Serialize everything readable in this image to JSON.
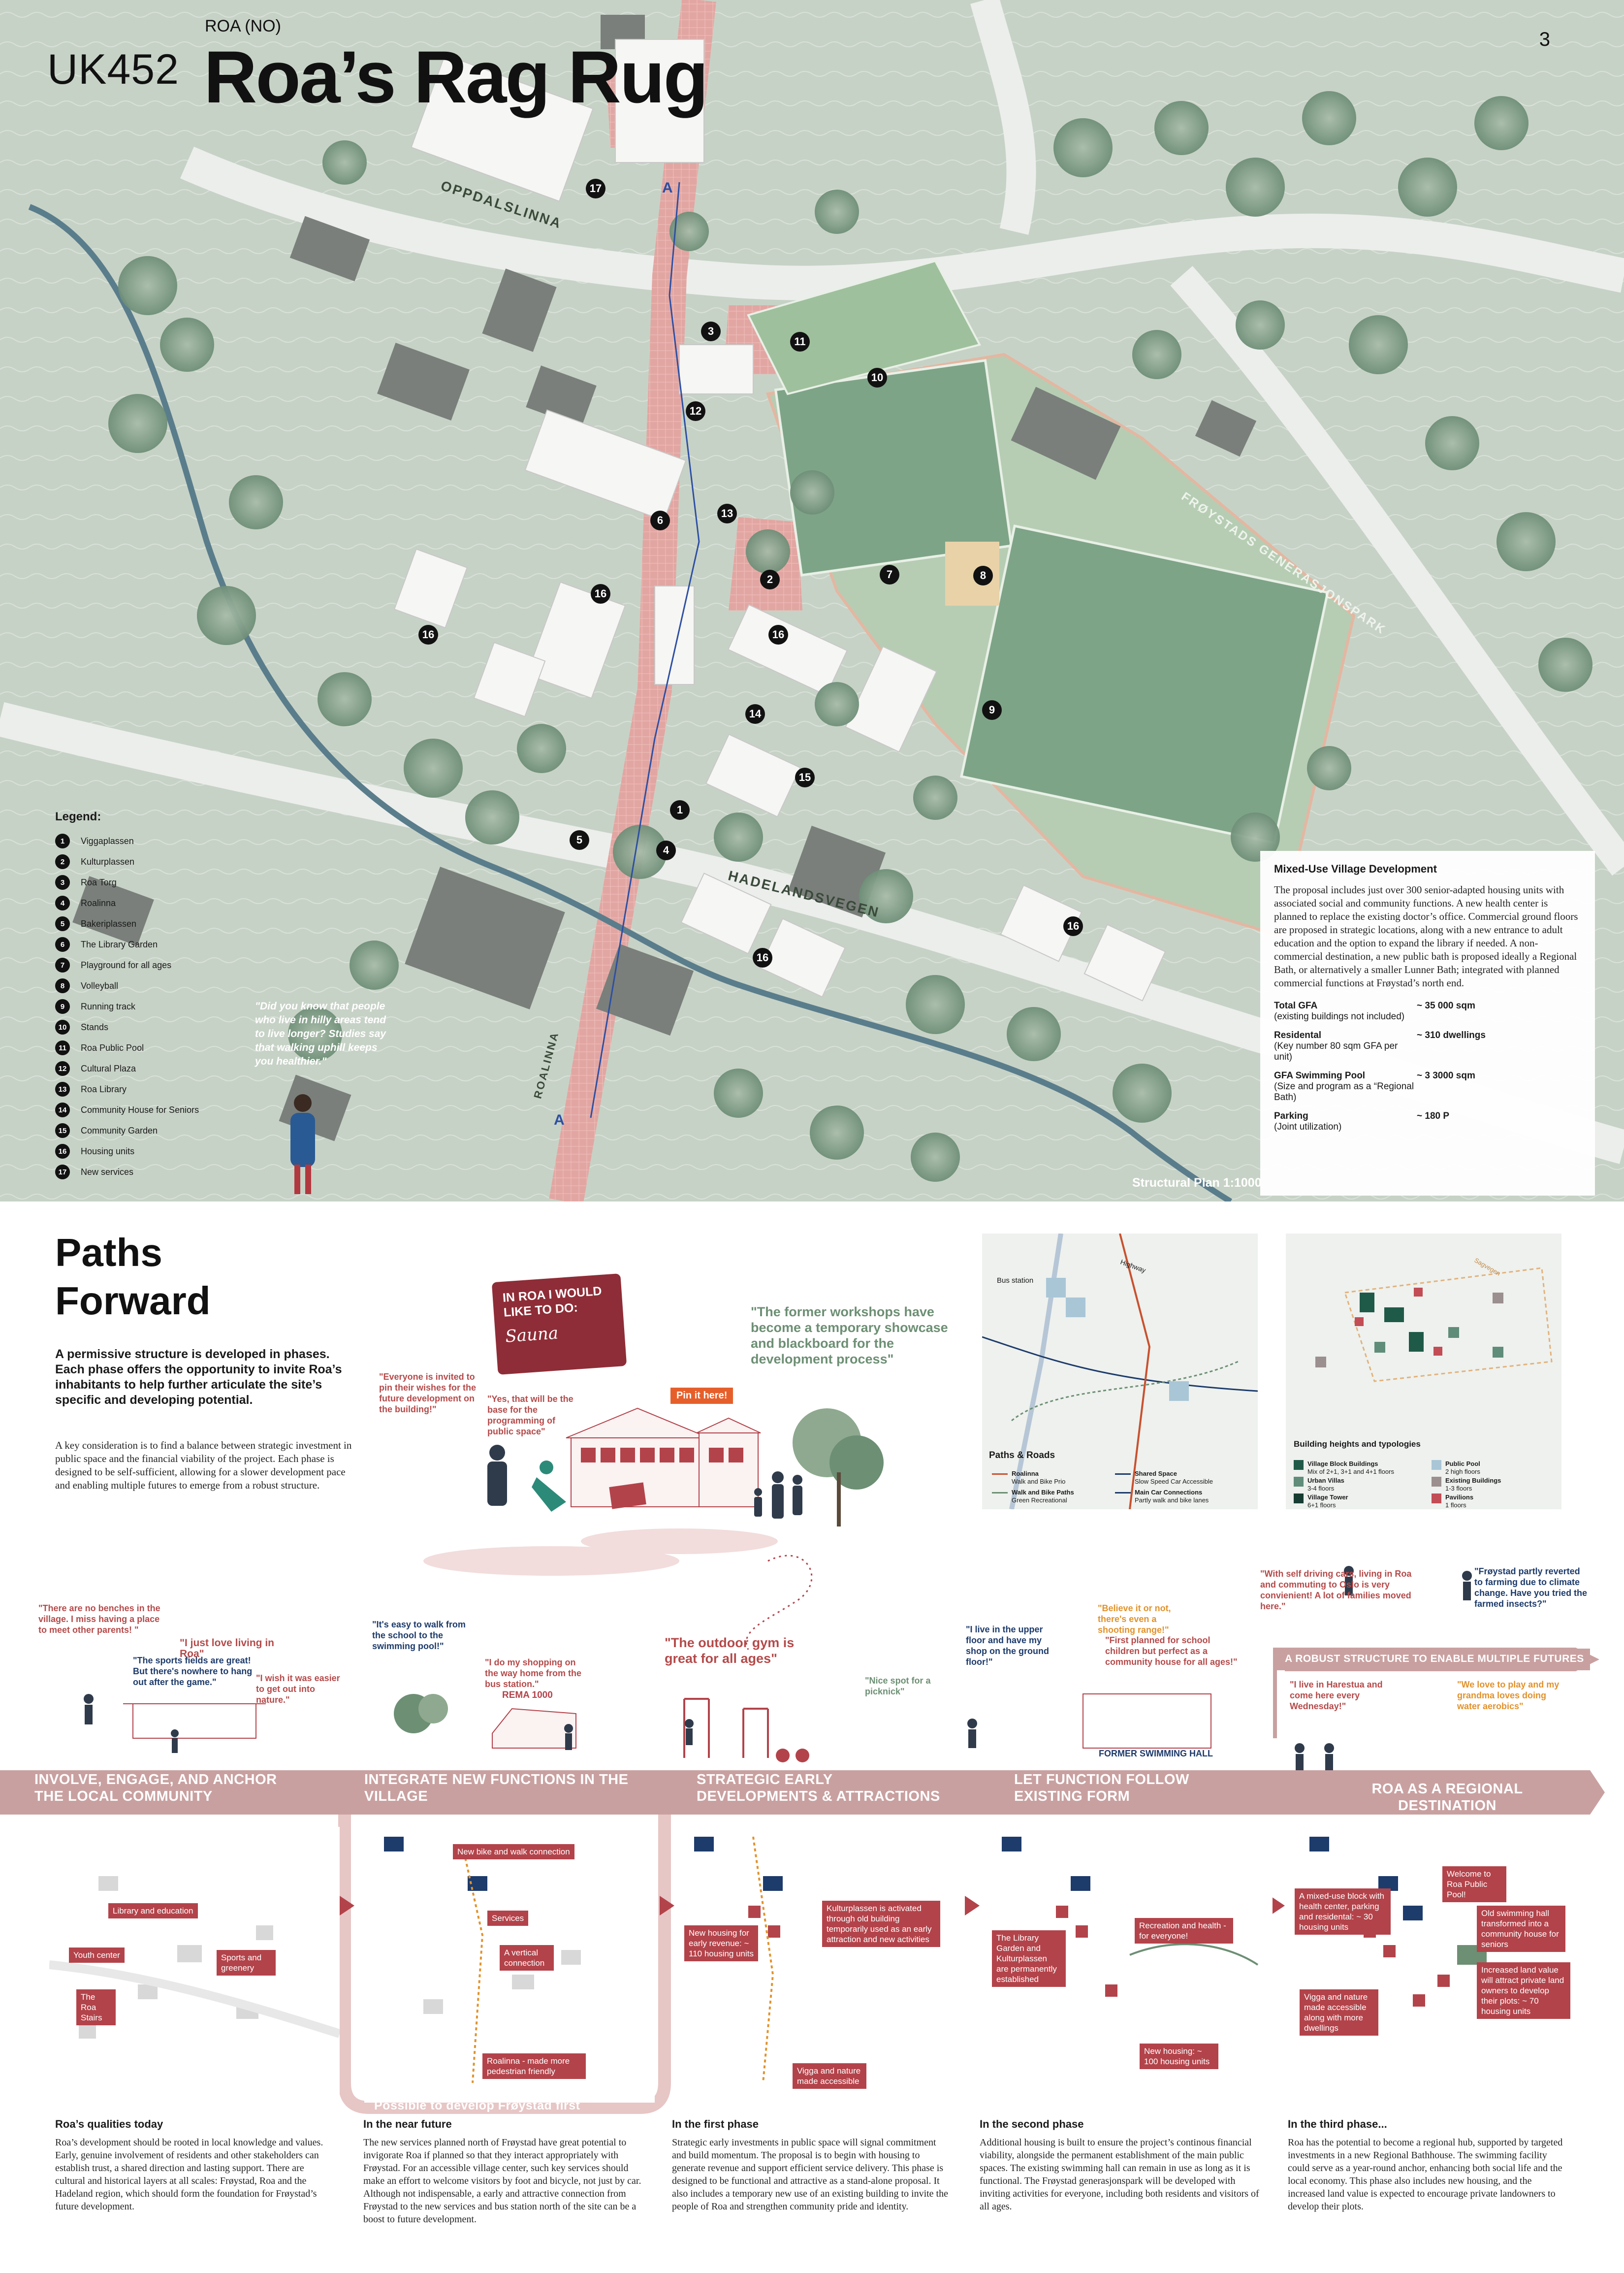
{
  "header": {
    "code": "UK452",
    "country": "ROA (NO)",
    "title": "Roa’s Rag Rug",
    "page": "3"
  },
  "streets": {
    "oppdalslinna": "OPPDALSLINNA",
    "hadelandsvegen": "HADELANDSVEGEN",
    "roalinna": "ROALINNA",
    "generasjonspark": "FRØYSTADS GENERASJONSPARK"
  },
  "section_marker": "A",
  "legend": {
    "title": "Legend:",
    "items": [
      {
        "n": "1",
        "label": "Viggaplassen"
      },
      {
        "n": "2",
        "label": "Kulturplassen"
      },
      {
        "n": "3",
        "label": "Roa Torg"
      },
      {
        "n": "4",
        "label": "Roalinna"
      },
      {
        "n": "5",
        "label": "Bakeriplassen"
      },
      {
        "n": "6",
        "label": "The Library Garden"
      },
      {
        "n": "7",
        "label": "Playground for all ages"
      },
      {
        "n": "8",
        "label": "Volleyball"
      },
      {
        "n": "9",
        "label": "Running track"
      },
      {
        "n": "10",
        "label": "Stands"
      },
      {
        "n": "11",
        "label": "Roa Public Pool"
      },
      {
        "n": "12",
        "label": "Cultural Plaza"
      },
      {
        "n": "13",
        "label": "Roa Library"
      },
      {
        "n": "14",
        "label": "Community House for Seniors"
      },
      {
        "n": "15",
        "label": "Community Garden"
      },
      {
        "n": "16",
        "label": "Housing units"
      },
      {
        "n": "17",
        "label": "New services"
      }
    ]
  },
  "map_quote": "\"Did you know that people who live in hilly areas tend to live longer? Studies say that walking uphill keeps you healthier.\"",
  "mixed_use": {
    "title": "Mixed-Use Village Development",
    "body": "The proposal includes just over 300 senior-adapted housing units with associated social and community functions. A new health center is planned to replace the existing doctor’s office. Commercial ground floors are proposed in strategic locations, along with a new entrance to adult education and the option to expand the library if needed. A non-commercial destination, a new public bath is proposed ideally a Regional Bath, or alternatively a smaller Lunner Bath; integrated with planned commercial functions at Frøystad’s north end.",
    "stats": [
      {
        "key": "Total GFA",
        "sub": "(existing buildings not included)",
        "value": "~ 35 000 sqm"
      },
      {
        "key": "Residental",
        "sub": "(Key number 80 sqm GFA per unit)",
        "value": "~ 310 dwellings"
      },
      {
        "key": "GFA Swimming Pool",
        "sub": "(Size and program as a “Regional Bath)",
        "value": "~ 3 3000 sqm"
      },
      {
        "key": "Parking",
        "sub": "(Joint utilization)",
        "value": "~ 180 P"
      }
    ]
  },
  "plan_label": "Structural Plan 1:1000",
  "paths": {
    "title_1": "Paths",
    "title_2": "Forward",
    "lead": "A permissive structure is developed in phases. Each phase offers the opportunity to invite Roa’s inhabitants to help further articulate the site’s specific and developing potential.",
    "body": "A key consideration is to find a balance between strategic investment in public space and the financial viability of the project. Each phase is designed to be self-sufficient, allowing for a slower development pace and enabling multiple futures to emerge from a robust structure."
  },
  "wish_card": {
    "title": "IN ROA I WOULD LIKE TO DO:",
    "script": "Sauna"
  },
  "pin_tag": "Pin it here!",
  "quotes": {
    "invited": "\"Everyone is invited to pin their wishes for the future development on the building!\"",
    "yes_base": "\"Yes, that will be the base for the programming of public space\"",
    "workshops": "\"The former workshops have become a temporary showcase and blackboard for the development process\"",
    "no_benches": "\"There are no benches in the village. I miss having a place to meet other parents! \"",
    "love_living": "\"I just love living in Roa\"",
    "sports_fields": "\"The sports fields are great! But there's nowhere to hang out after the game.\"",
    "easier_nature": "\"I wish it was easier to get out into nature.\"",
    "easy_walk": "\"It's easy to walk from the school to the swimming pool!\"",
    "shopping": "\"I do my shopping on the way home from the bus station.\"",
    "outdoor_gym": "\"The outdoor gym is great for all ages\"",
    "picknick": "\"Nice spot for a picknick\"",
    "upper_floor": "\"I live in the upper floor and have my shop on the ground floor!\"",
    "shooting_range": "\"Believe it or not, there's even a shooting range!\"",
    "first_planned": "\"First planned for school children but perfect as a community house for all ages!\"",
    "self_driving": "\"With self driving cars, living in Roa and commuting to Oslo is very convienient! A lot of families moved here.\"",
    "farming": "\"Frøystad partly reverted to farming due to climate change. Have you tried the farmed insects?\"",
    "harestua": "\"I live in Harestua and come here every Wednesday!\"",
    "grandma": "\"We love to play and my grandma loves doing water aerobics\""
  },
  "scene_labels": {
    "rema": "REMA 1000",
    "swimming_hall": "FORMER SWIMMING HALL",
    "robust": "A ROBUST STRUCTURE TO ENABLE MULTIPLE FUTURES"
  },
  "inset_paths": {
    "title": "Paths & Roads",
    "bus": "Bus station",
    "highway": "Highway",
    "keys": [
      {
        "name": "Roalinna",
        "desc": "Walk and Bike Prio"
      },
      {
        "name": "Shared Space",
        "desc": "Slow Speed Car Accessible"
      },
      {
        "name": "Walk and Bike Paths",
        "desc": "Green Recreational"
      },
      {
        "name": "Main Car Connections",
        "desc": "Partly walk and bike lanes"
      }
    ]
  },
  "inset_heights": {
    "title": "Building heights and typologies",
    "road": "Sagvegen",
    "keys": [
      {
        "name": "Village Block Buildings",
        "desc": "Mix of 2+1, 3+1 and 4+1 floors",
        "color": "#1f5a48"
      },
      {
        "name": "Public Pool",
        "desc": "2 high floors",
        "color": "#a9c6d6"
      },
      {
        "name": "Urban Villas",
        "desc": "3-4 floors",
        "color": "#5f8d7a"
      },
      {
        "name": "Existing Buildings",
        "desc": "1-3 floors",
        "color": "#9b8f8f"
      },
      {
        "name": "Village Tower",
        "desc": "6+1 floors",
        "color": "#173d33"
      },
      {
        "name": "Pavilions",
        "desc": "1 floors",
        "color": "#c24d55"
      }
    ]
  },
  "phases": [
    {
      "label": "INVOLVE, ENGAGE, AND ANCHOR THE LOCAL COMMUNITY",
      "head": "Roa’s qualities today",
      "text": "Roa’s development should be rooted in local knowledge and values. Early, genuine involvement of residents and other stakeholders can establish trust, a shared direction and lasting support. There are cultural and historical layers at all scales: Frøystad, Roa and the Hadeland region, which should form the foundation for Frøystad’s future development.",
      "callouts": [
        "Library and education",
        "Youth center",
        "Sports and greenery",
        "The Roa Stairs"
      ]
    },
    {
      "label": "INTEGRATE NEW FUNCTIONS IN THE VILLAGE",
      "head": "In the near future",
      "text": "The new services planned north of Frøystad have great potential to invigorate Roa if planned so that they interact appropriately with Frøystad. For an accessible village center, such key services should make an effort to welcome visitors by foot and bicycle, not just by car. Although not indispensable, a early and attractive connection from Frøystad to the new services and bus station north of the site can be a boost to future development.",
      "callouts": [
        "New bike and walk connection",
        "Services",
        "A vertical connection",
        "Roalinna - made more pedestrian friendly"
      ]
    },
    {
      "label": "STRATEGIC EARLY DEVELOPMENTS & ATTRACTIONS",
      "head": "In the first phase",
      "text": "Strategic early investments in public space will signal commitment and build momentum. The proposal is to begin with housing to generate revenue and support efficient service delivery. This phase is designed to be functional and attractive as a stand-alone proposal. It also includes a temporary new use of an existing building to invite the people of Roa and strengthen community pride and identity.",
      "callouts": [
        "Kulturplassen is activated through old building temporarily used as an early attraction and new activities",
        "New housing for early revenue: ~ 110 housing units",
        "Vigga and nature made accessible"
      ]
    },
    {
      "label": "LET FUNCTION FOLLOW EXISTING FORM",
      "head": "In the second phase",
      "text": "Additional housing is built to ensure the project’s continous financial viability, alongside the permanent establishment of the main public spaces. The existing swimming hall can remain in use as long as it is functional. The Frøystad generasjonspark will be developed with inviting activities for everyone, including both residents and visitors of all ages.",
      "callouts": [
        "Recreation and health - for everyone!",
        "The Library Garden and Kulturplassen are permanently established",
        "New housing: ~ 100 housing units"
      ]
    },
    {
      "label": "ROA AS A REGIONAL DESTINATION",
      "head": "In the third phase...",
      "text": "Roa has the potential to become a regional hub, supported by targeted investments in a new Regional Bathhouse. The swimming facility could serve as a year-round anchor, enhancing both social life and the local economy. This phase also includes new housing, and the increased land value is expected to encourage private landowners to develop their plots.",
      "callouts": [
        "Welcome to Roa Public Pool!",
        "A mixed-use block with health center, parking and residental: ~ 30 housing units",
        "Old swimming hall transformed into a community house for seniors",
        "Increased land value will attract private land owners to develop their plots: ~ 70 housing units",
        "Vigga and nature made accessible along with more dwellings"
      ]
    }
  ],
  "possible_first": "Possible to develop Frøystad first"
}
